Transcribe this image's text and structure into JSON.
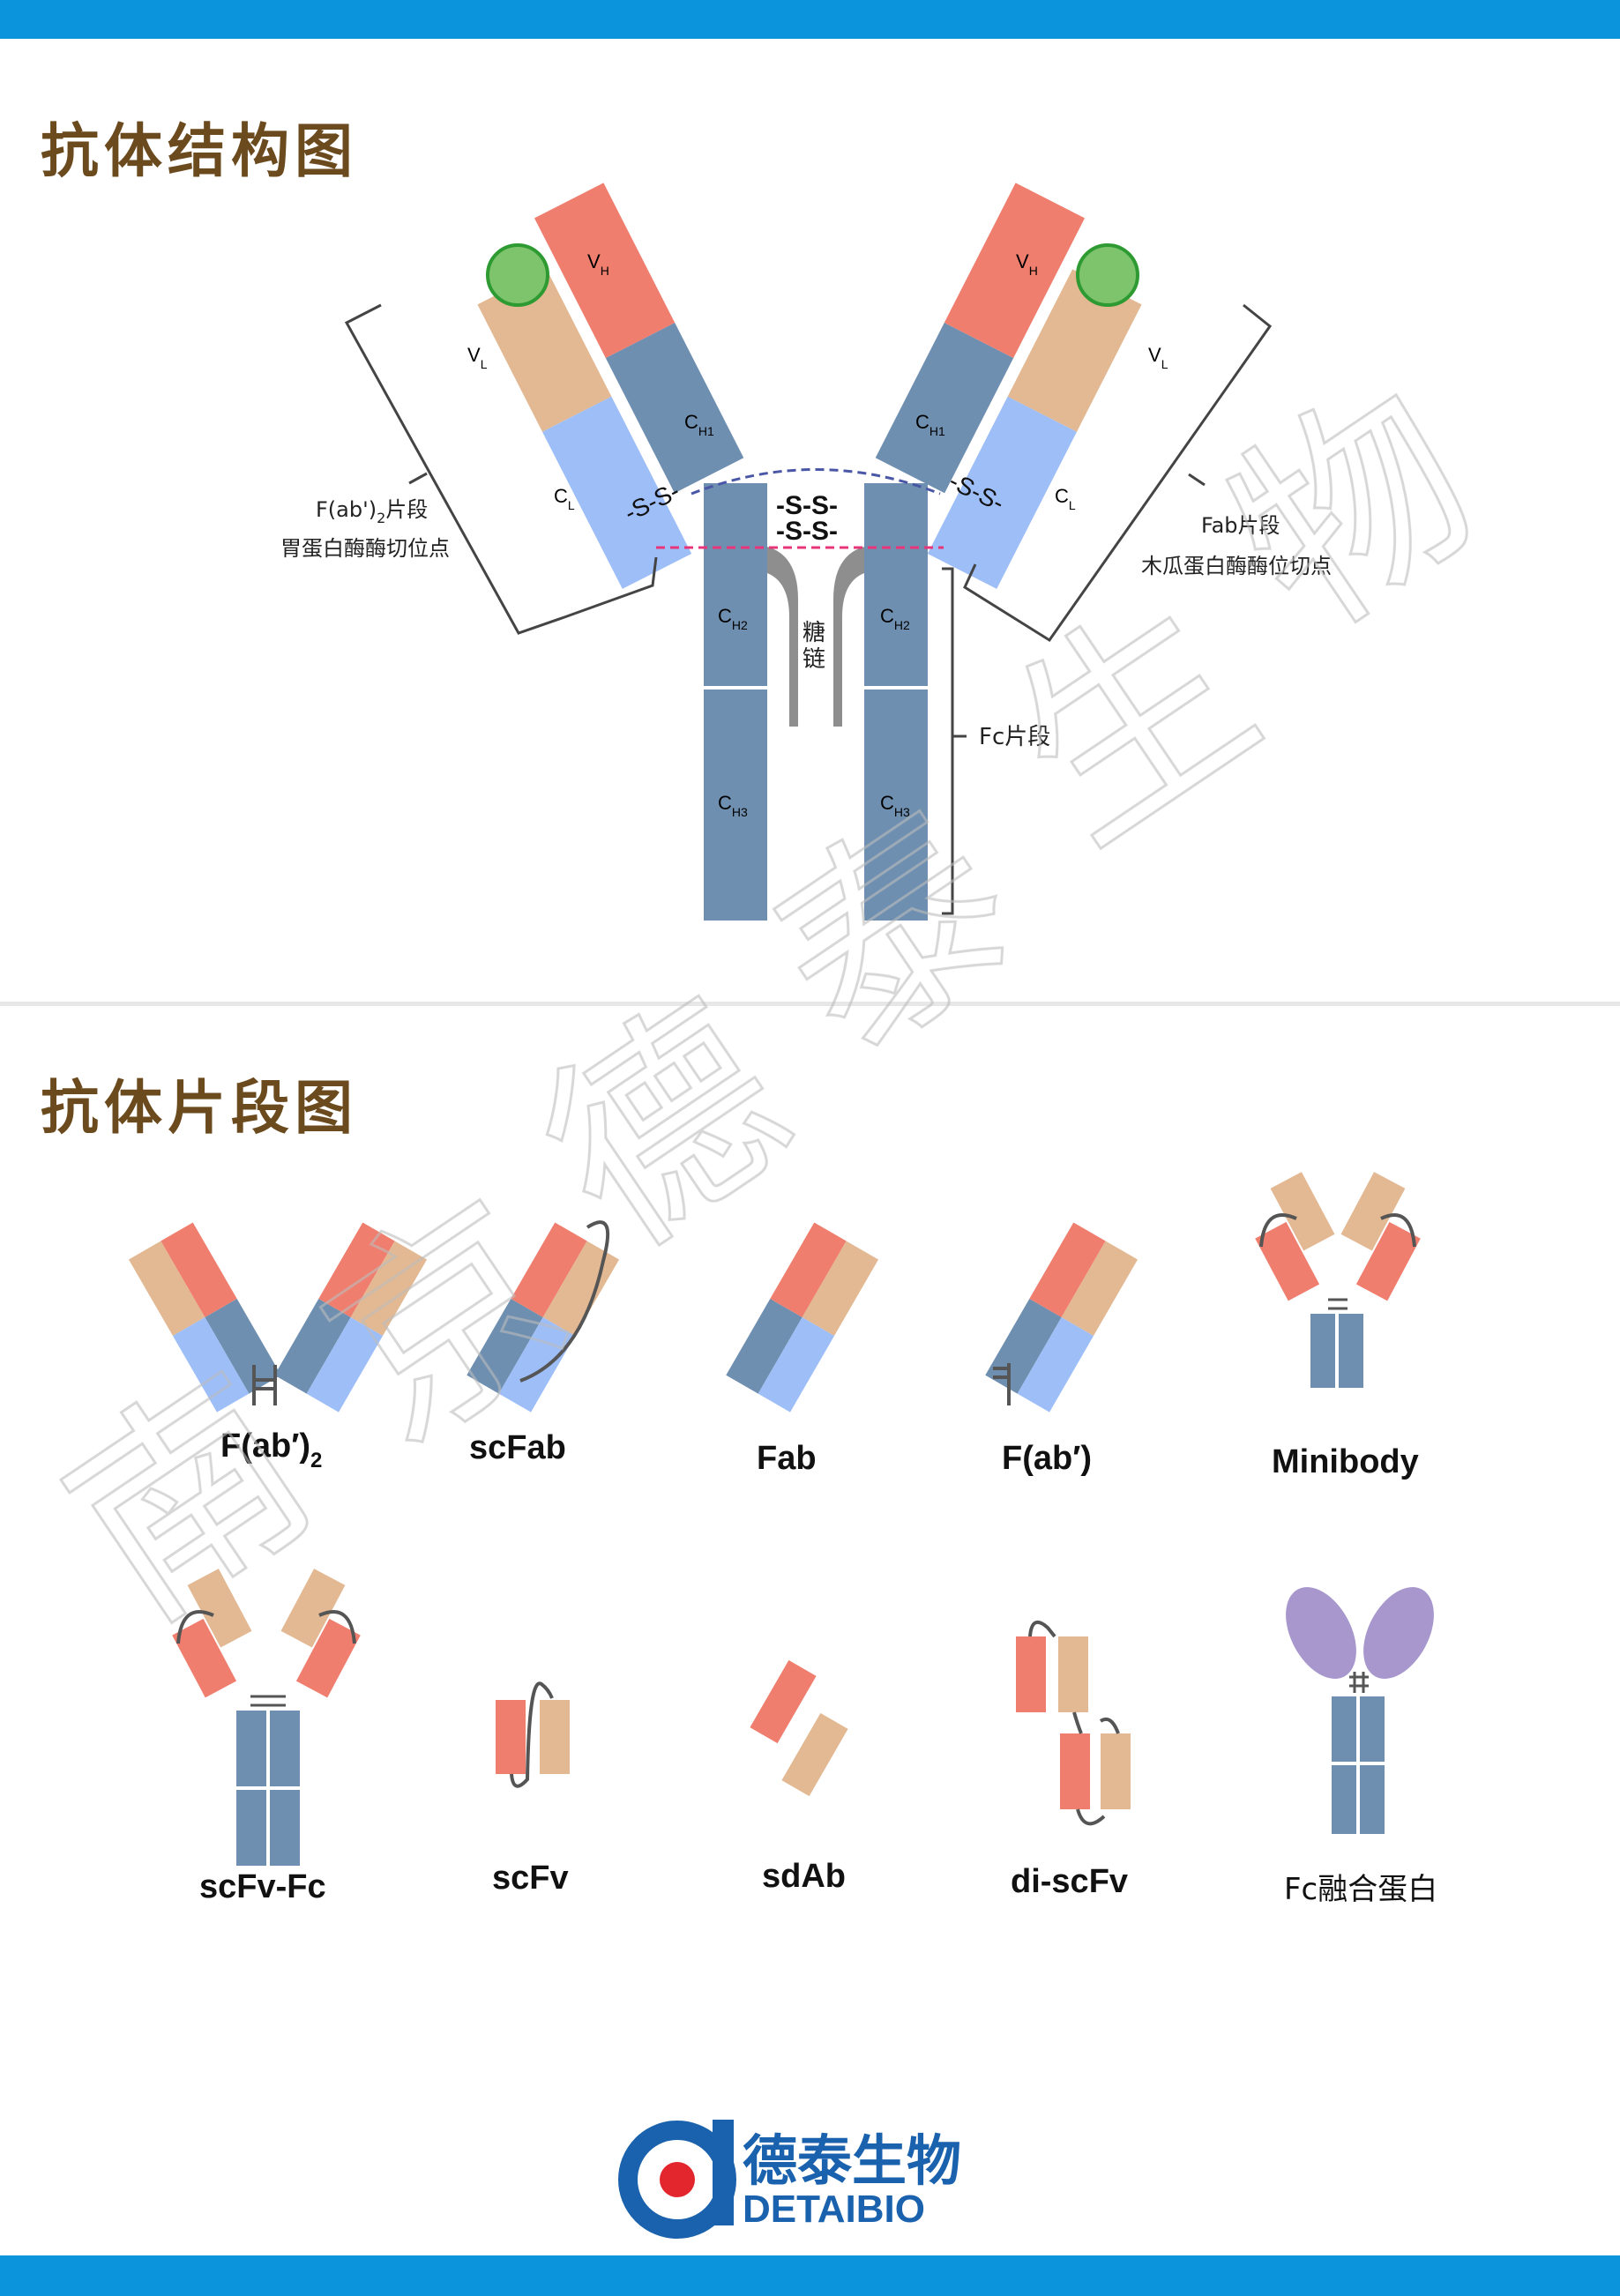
{
  "sections": {
    "structure_title": "抗体结构图",
    "fragments_title": "抗体片段图"
  },
  "domains": {
    "vh": "V",
    "vh_sub": "H",
    "vl": "V",
    "vl_sub": "L",
    "ch1": "C",
    "ch1_sub": "H1",
    "cl": "C",
    "cl_sub": "L",
    "ch2": "C",
    "ch2_sub": "H2",
    "ch3": "C",
    "ch3_sub": "H3",
    "glycan_1": "糖",
    "glycan_2": "链"
  },
  "disulfide": {
    "left": "-S-S-",
    "right": "-S-S-",
    "hinge_top": "-S-S-",
    "hinge_bottom": "-S-S-"
  },
  "annotations": {
    "fab2_label": "F(ab')",
    "fab2_sub": "2",
    "fab2_suffix": "片段",
    "pepsin_label": "胃蛋白酶酶切位点",
    "fab_label": "Fab片段",
    "papain_label": "木瓜蛋白酶酶位切点",
    "fc_label": "Fc片段"
  },
  "fragments": {
    "fab2": "F(ab′)",
    "fab2_sub": "2",
    "scfab": "scFab",
    "fab": "Fab",
    "fab_prime": "F(ab′)",
    "minibody": "Minibody",
    "scfv_fc": "scFv-Fc",
    "scfv": "scFv",
    "sdab": "sdAb",
    "di_scfv": "di-scFv",
    "fc_fusion": "Fc融合蛋白"
  },
  "logo": {
    "name_cn": "德泰生物",
    "name_en": "DETAIBIO"
  },
  "watermark": {
    "chars": [
      "南",
      "京",
      "德",
      "泰",
      "生",
      "物"
    ]
  },
  "colors": {
    "bar": "#0b94dc",
    "title": "#6b4a1e",
    "vh": "#f07e6e",
    "vl": "#e2b993",
    "constant_heavy": "#6f8fb0",
    "cl": "#9ebef8",
    "glycan": "#8e8e8e",
    "antigen": "#7dc46c",
    "hinge_arc": "#4a57a6",
    "cleavage": "#e8357a",
    "fusion_protein": "#a797cc",
    "logo_blue": "#1a62ad",
    "logo_red": "#e3262d"
  }
}
